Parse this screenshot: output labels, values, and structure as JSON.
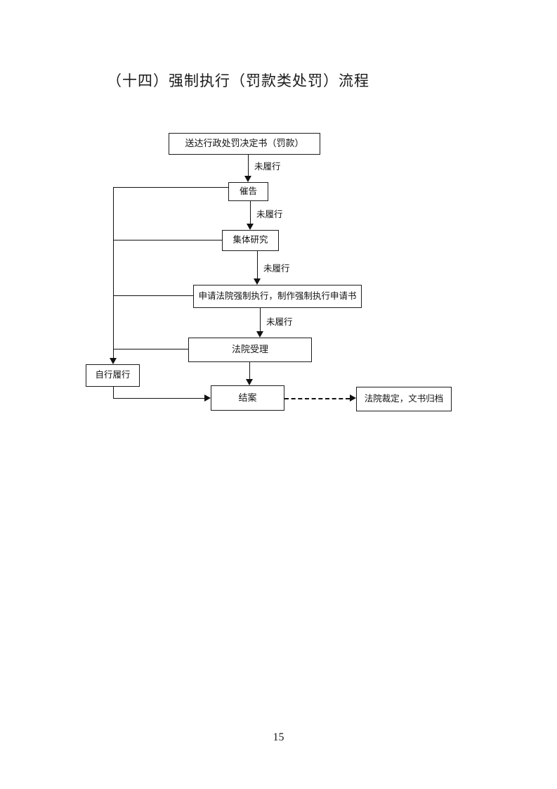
{
  "document": {
    "title": "（十四）强制执行（罚款类处罚）流程",
    "page_number": "15",
    "background_color": "#ffffff",
    "line_color": "#111111",
    "text_color": "#121212"
  },
  "flowchart": {
    "type": "flowchart",
    "nodes": [
      {
        "id": "deliver",
        "label": "送达行政处罚决定书（罚款）"
      },
      {
        "id": "urge",
        "label": "催告"
      },
      {
        "id": "study",
        "label": "集体研究"
      },
      {
        "id": "apply",
        "label": "申请法院强制执行，制作强制执行申请书"
      },
      {
        "id": "accept",
        "label": "法院受理"
      },
      {
        "id": "self_perform",
        "label": "自行履行"
      },
      {
        "id": "close_case",
        "label": "结案"
      },
      {
        "id": "ruling",
        "label": "法院裁定，文书归档"
      }
    ],
    "edge_labels": {
      "deliver_to_urge": "未履行",
      "urge_to_study": "未履行",
      "study_to_apply": "未履行",
      "apply_to_accept": "未履行"
    },
    "edges": [
      {
        "from": "deliver",
        "to": "urge",
        "label": "未履行",
        "style": "solid"
      },
      {
        "from": "urge",
        "to": "study",
        "label": "未履行",
        "style": "solid"
      },
      {
        "from": "study",
        "to": "apply",
        "label": "未履行",
        "style": "solid"
      },
      {
        "from": "apply",
        "to": "accept",
        "label": "未履行",
        "style": "solid"
      },
      {
        "from": "accept",
        "to": "close_case",
        "label": "",
        "style": "solid"
      },
      {
        "from": "urge",
        "to": "self_perform",
        "label": "",
        "style": "solid"
      },
      {
        "from": "study",
        "to": "self_perform",
        "label": "",
        "style": "solid"
      },
      {
        "from": "apply",
        "to": "self_perform",
        "label": "",
        "style": "solid"
      },
      {
        "from": "accept",
        "to": "self_perform",
        "label": "",
        "style": "solid"
      },
      {
        "from": "self_perform",
        "to": "close_case",
        "label": "",
        "style": "solid"
      },
      {
        "from": "close_case",
        "to": "ruling",
        "label": "",
        "style": "dashed"
      }
    ]
  }
}
